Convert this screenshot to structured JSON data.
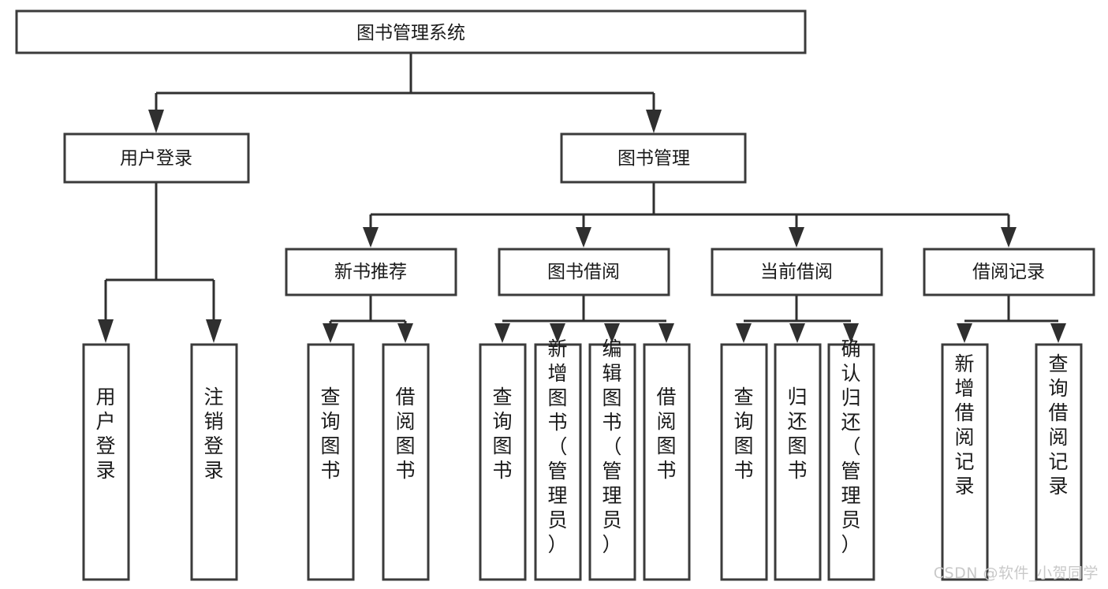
{
  "diagram": {
    "title": "图书管理系统",
    "type": "hierarchy-tree",
    "watermark": "CSDN @软件_小贺同学",
    "colors": {
      "box_stroke": "#3b3b3b",
      "connector": "#2f2f2f",
      "background": "#ffffff",
      "text": "#1a1a1a",
      "watermark": "#c9c9c9"
    },
    "root": {
      "label": "图书管理系统",
      "orientation": "horizontal"
    },
    "level2": [
      {
        "label": "用户登录",
        "orientation": "horizontal"
      },
      {
        "label": "图书管理",
        "orientation": "horizontal"
      }
    ],
    "level3": [
      {
        "label": "新书推荐",
        "orientation": "horizontal"
      },
      {
        "label": "图书借阅",
        "orientation": "horizontal"
      },
      {
        "label": "当前借阅",
        "orientation": "horizontal"
      },
      {
        "label": "借阅记录",
        "orientation": "horizontal"
      }
    ],
    "leaves": {
      "user_login": [
        {
          "label": "用户登录",
          "orientation": "vertical"
        },
        {
          "label": "注销登录",
          "orientation": "vertical"
        }
      ],
      "new_book_recommend": [
        {
          "label": "查询图书",
          "orientation": "vertical"
        },
        {
          "label": "借阅图书",
          "orientation": "vertical"
        }
      ],
      "book_borrow": [
        {
          "label": "查询图书",
          "orientation": "vertical"
        },
        {
          "label": "新增图书（管理员）",
          "orientation": "vertical"
        },
        {
          "label": "编辑图书（管理员）",
          "orientation": "vertical"
        },
        {
          "label": "借阅图书",
          "orientation": "vertical"
        }
      ],
      "current_borrow": [
        {
          "label": "查询图书",
          "orientation": "vertical"
        },
        {
          "label": "归还图书",
          "orientation": "vertical"
        },
        {
          "label": "确认归还（管理员）",
          "orientation": "vertical"
        }
      ],
      "borrow_record": [
        {
          "label": "新增借阅记录",
          "orientation": "vertical"
        },
        {
          "label": "查询借阅记录",
          "orientation": "vertical"
        }
      ]
    }
  }
}
